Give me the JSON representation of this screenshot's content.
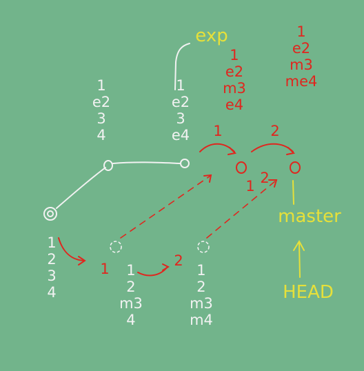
{
  "colors": {
    "background": "#72b48b",
    "chalk_white": "#f2f2f2",
    "chalk_red": "#e0261e",
    "chalk_yellow": "#e6e03a"
  },
  "labels": {
    "root_commit": [
      "1",
      "2",
      "3",
      "4"
    ],
    "upper_commit_1": [
      "1",
      "e2",
      "3",
      "4"
    ],
    "upper_commit_2": [
      "1",
      "e2",
      "3",
      "e4"
    ],
    "lower_commit_1": [
      "1",
      "2",
      "m3",
      "4"
    ],
    "lower_commit_2": [
      "1",
      "2",
      "m3",
      "m4"
    ],
    "rebased_commit_1": [
      "1",
      "e2",
      "m3",
      "e4"
    ],
    "rebased_commit_2": [
      "1",
      "e2",
      "m3",
      "me4"
    ],
    "step_markers": [
      "1",
      "2",
      "1",
      "2",
      "1",
      "2"
    ]
  },
  "branches": {
    "exp": "exp",
    "master": "master",
    "head": "HEAD"
  }
}
